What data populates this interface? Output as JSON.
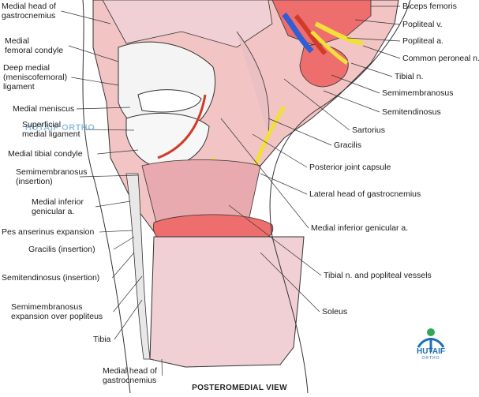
{
  "diagram": {
    "caption": "POSTEROMEDIAL VIEW",
    "watermark": "HUTAIF ORTHO",
    "logo": {
      "name": "HUTAIF",
      "subtitle": "ORTHO"
    },
    "colors": {
      "muscle": "#f2c4c4",
      "muscle_dark": "#e89c9c",
      "cut_muscle": "#ee6e6e",
      "nerve": "#f1e03a",
      "vein": "#2e5fd6",
      "artery": "#d33a2a",
      "outline": "#333333"
    },
    "labels_left": [
      "Medial head of\ngastrocnemius",
      "Medial\nfemoral condyle",
      "Deep medial\n(meniscofemoral)\nligament",
      "Medial meniscus",
      "Superficial\nmedial ligament",
      "Medial tibial condyle",
      "Semimembranosus\n(insertion)",
      "Medial inferior\ngenicular a.",
      "Pes anserinus expansion",
      "Gracilis (insertion)",
      "Semitendinosus (insertion)",
      "Semimembranosus\nexpansion over popliteus",
      "Tibia",
      "Medial head of\ngastrocnemius"
    ],
    "labels_right": [
      "Biceps femoris",
      "Popliteal v.",
      "Popliteal a.",
      "Common peroneal n.",
      "Tibial n.",
      "Semimembranosus",
      "Semitendinosus",
      "Sartorius",
      "Gracilis",
      "Posterior joint capsule",
      "Lateral head of gastrocnemius",
      "Medial inferior genicular a.",
      "Tibial n. and popliteal vessels",
      "Soleus"
    ]
  }
}
